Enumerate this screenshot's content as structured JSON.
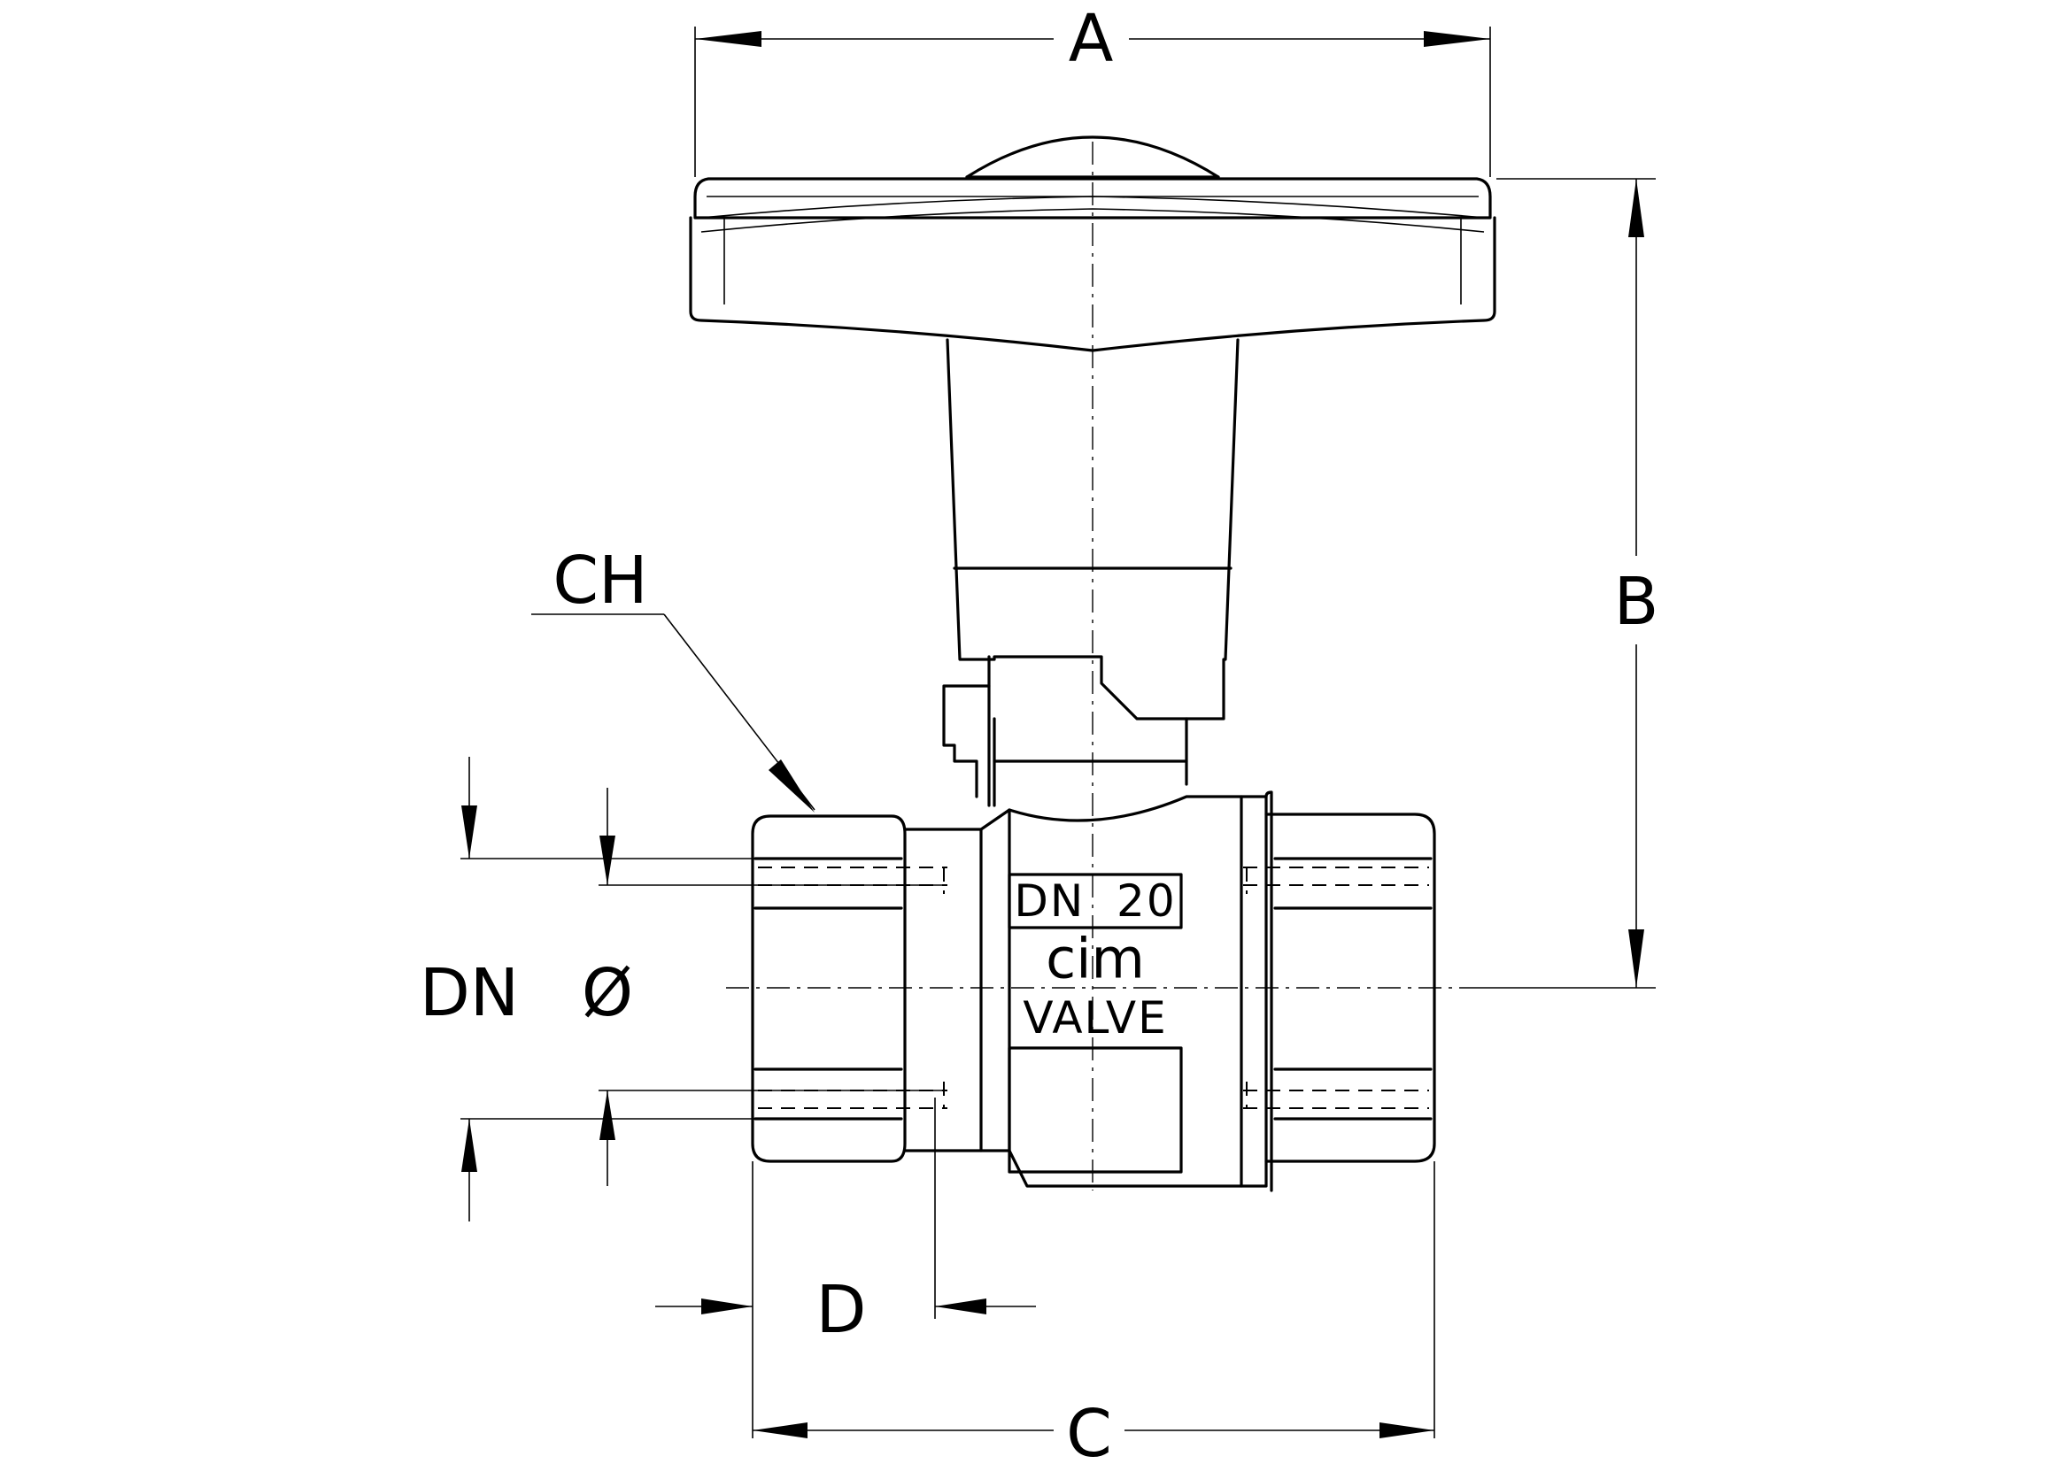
{
  "dimensions": {
    "a": "A",
    "b": "B",
    "c": "C",
    "d": "D",
    "ch": "CH",
    "dn": "DN",
    "diameter": "Ø"
  },
  "body_marking": {
    "size": "DN  20",
    "brand": "cim",
    "product": "VALVE"
  }
}
